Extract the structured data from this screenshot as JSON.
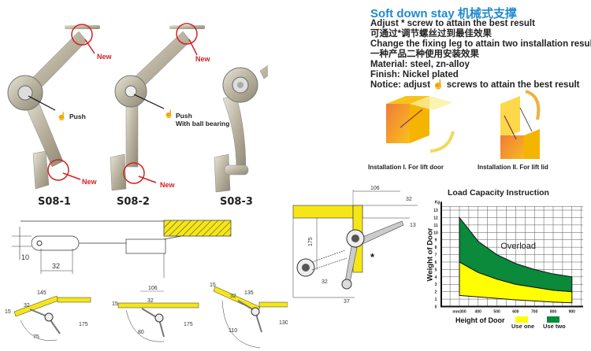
{
  "products": [
    {
      "model": "S08-1",
      "new_label": "New",
      "push_label": "Push",
      "push_sub": ""
    },
    {
      "model": "S08-2",
      "new_label": "New",
      "push_label": "Push",
      "push_sub": "With ball bearing"
    },
    {
      "model": "S08-3"
    }
  ],
  "info": {
    "title": "Soft down stay 机械式支撑",
    "lines": [
      "Adjust * screw to attain the best result",
      "可通过*调节螺丝过到最佳效果",
      "Change the fixing leg to attain two installation results",
      "一种产品二种使用安装效果",
      "Material: steel, zn-alloy",
      "Finish: Nickel plated"
    ],
    "notice_prefix": "Notice: adjust",
    "notice_suffix": "screws to attain the best result"
  },
  "installations": [
    {
      "label": "Installation I. For lift door"
    },
    {
      "label": "Installation II. For lift lid"
    }
  ],
  "dimensions": {
    "side_view": {
      "d10": "10",
      "d32": "32"
    },
    "main": {
      "d106": "106",
      "d32": "32",
      "d13": "13",
      "d175": "175",
      "d32b": "32",
      "d37": "37",
      "star": "*"
    },
    "small": [
      {
        "a": "145",
        "b": "32",
        "c": "175",
        "d": "75",
        "e": "15"
      },
      {
        "a": "106",
        "b": "32",
        "c": "175",
        "d": "80",
        "e": "15"
      },
      {
        "a": "135",
        "b": "32",
        "c": "130",
        "d": "110",
        "e": "15"
      }
    ]
  },
  "chart_data": {
    "type": "area",
    "title": "Load Capacity Instruction",
    "xlabel": "Height of Door",
    "ylabel": "Weight of Door",
    "x_unit": "mm",
    "y_unit": "Kg",
    "x": [
      300,
      400,
      500,
      600,
      700,
      800,
      900
    ],
    "x_ticks": [
      "mm300",
      "400",
      "500",
      "600",
      "700",
      "800",
      "900"
    ],
    "y_ticks": [
      "0",
      "1",
      "2",
      "3",
      "4",
      "5",
      "6",
      "7",
      "8",
      "9",
      "10",
      "11",
      "12",
      "13"
    ],
    "ylim": [
      0,
      13.5
    ],
    "xlim": [
      200,
      960
    ],
    "grid": true,
    "boundaries": {
      "upper": [
        12,
        8.8,
        7.0,
        5.8,
        5.0,
        4.4,
        4.0
      ],
      "middle": [
        6,
        4.6,
        3.7,
        3.0,
        2.6,
        2.2,
        2.0
      ],
      "lower": [
        1.5,
        1.3,
        1.1,
        0.9,
        0.75,
        0.6,
        0.5
      ]
    },
    "series": [
      {
        "name": "Use one",
        "color": "#ffff00",
        "from": "lower",
        "to": "middle"
      },
      {
        "name": "Use two",
        "color": "#0a8a3a",
        "from": "middle",
        "to": "upper"
      }
    ],
    "annotation": "Overload",
    "legend": "bottom"
  },
  "colors": {
    "accent": "#1f8ad0",
    "new": "#d42020",
    "wood": "#f5e617"
  }
}
